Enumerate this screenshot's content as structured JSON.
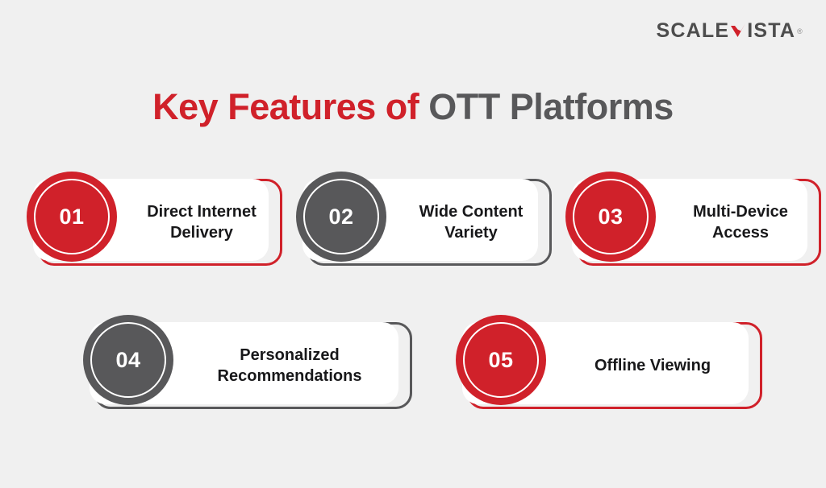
{
  "brand": {
    "logo_part1": "SCALE",
    "logo_mark": "v-checkmark-icon",
    "logo_part2": "ISTA",
    "registered_symbol": "®",
    "logo_text_color": "#4d4d4d",
    "logo_mark_color": "#d0212a"
  },
  "colors": {
    "background": "#f0f0f0",
    "accent_red": "#d0212a",
    "accent_gray": "#58585a",
    "card_surface": "#ffffff",
    "label_text": "#18181a"
  },
  "header": {
    "title_accent": "Key Features of ",
    "title_neutral": "OTT Platforms"
  },
  "features": [
    {
      "number": "01",
      "label": "Direct Internet\nDelivery",
      "color": "red"
    },
    {
      "number": "02",
      "label": "Wide Content\nVariety",
      "color": "gray"
    },
    {
      "number": "03",
      "label": "Multi-Device\nAccess",
      "color": "red"
    },
    {
      "number": "04",
      "label": "Personalized\nRecommendations",
      "color": "gray"
    },
    {
      "number": "05",
      "label": "Offline Viewing",
      "color": "red"
    }
  ]
}
